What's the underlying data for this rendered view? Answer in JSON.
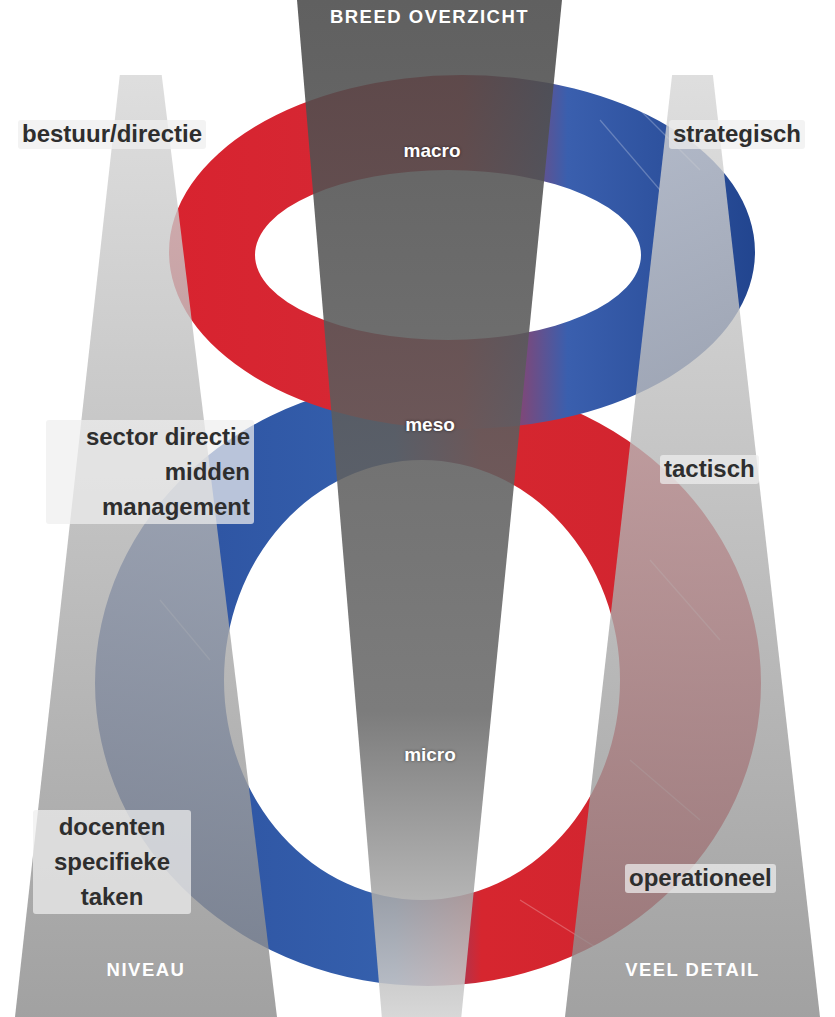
{
  "diagram": {
    "nodes": [
      {
        "text": [
          "BREED OVERZICHT"
        ]
      },
      {
        "text": [
          "NIVEAU"
        ]
      },
      {
        "text": [
          "VEEL DETAIL"
        ]
      }
    ],
    "labels": [
      "bestuur/directie",
      "macro",
      "strategisch",
      "sector directie midden management",
      "meso",
      "tactisch",
      "micro",
      "docenten specifieke taken",
      "operationeel"
    ]
  }
}
